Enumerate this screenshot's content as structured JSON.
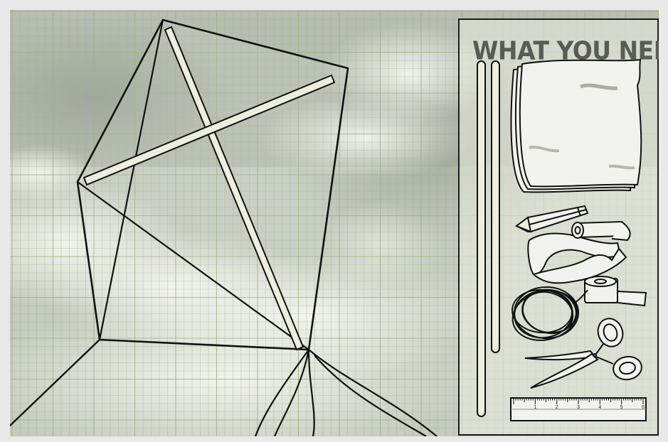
{
  "panel": {
    "title": "WHAT YOU NEED..."
  },
  "items": [
    {
      "name": "wooden-dowel",
      "icon": "dowel-stick-icon"
    },
    {
      "name": "paper-sheet",
      "icon": "paper-sheet-icon"
    },
    {
      "name": "pencil",
      "icon": "pencil-icon"
    },
    {
      "name": "ribbon",
      "icon": "ribbon-icon"
    },
    {
      "name": "string",
      "icon": "string-coil-icon"
    },
    {
      "name": "tape",
      "icon": "tape-roll-icon"
    },
    {
      "name": "scissors",
      "icon": "scissors-icon"
    },
    {
      "name": "ruler",
      "icon": "ruler-icon"
    }
  ],
  "ruler": {
    "ticks": [
      "1",
      "2",
      "3",
      "4",
      "5",
      "6"
    ]
  },
  "colors": {
    "grid": "#9fb383",
    "ink": "#111111",
    "title": "#595b55",
    "sky": "#c9cec3"
  }
}
